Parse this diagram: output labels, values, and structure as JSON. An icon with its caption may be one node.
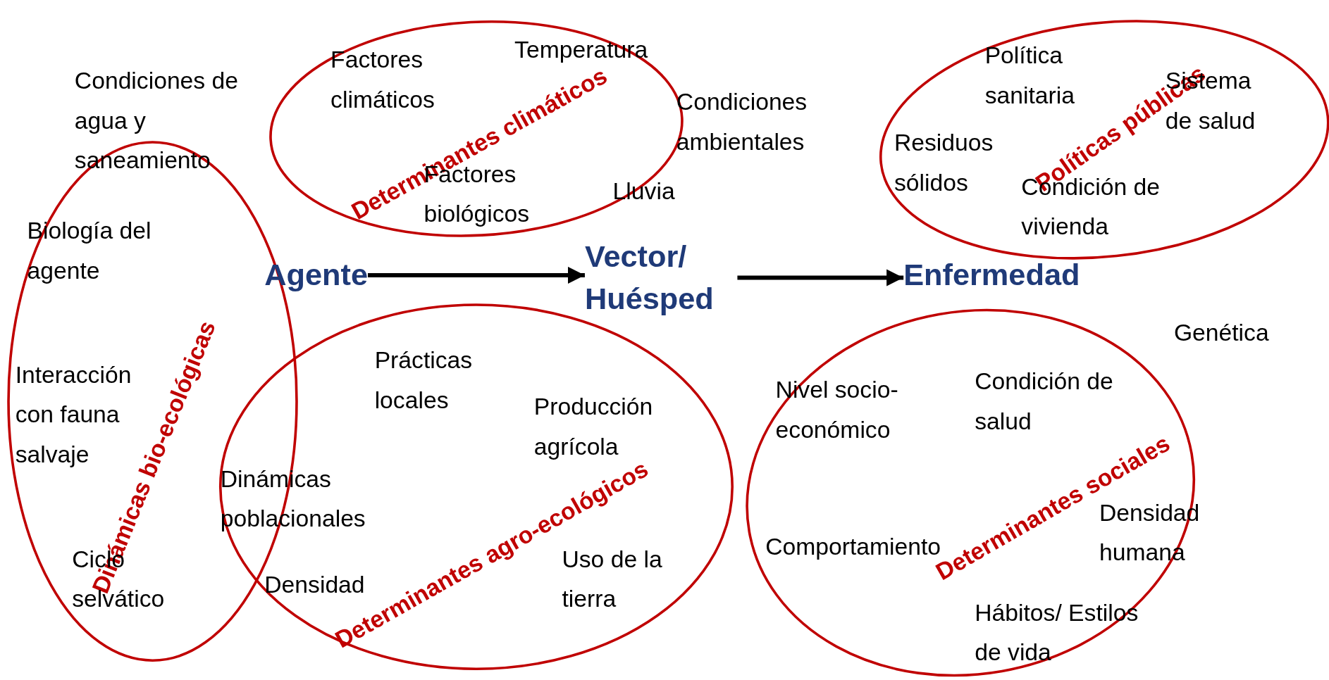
{
  "diagram": {
    "nodes": [
      {
        "text": [
          "Determinantes climáticos"
        ]
      },
      {
        "text": [
          "Factores climáticos"
        ],
        "in": 0
      },
      {
        "text": [
          "Temperatura"
        ],
        "in": 0
      },
      {
        "text": [
          "Factores biológicos"
        ],
        "in": 0
      },
      {
        "text": [
          "Lluvia"
        ],
        "in": 0
      },
      {
        "text": [
          "Políticas públicas"
        ]
      },
      {
        "text": [
          "Política sanitaria"
        ],
        "in": 5
      },
      {
        "text": [
          "Sistema de salud"
        ],
        "in": 5
      },
      {
        "text": [
          "Residuos sólidos"
        ],
        "in": 5
      },
      {
        "text": [
          "Condición de vivienda"
        ],
        "in": 5
      },
      {
        "text": [
          "Dinámicas bio-ecológicas"
        ]
      },
      {
        "text": [
          "Biología del agente"
        ],
        "in": 10
      },
      {
        "text": [
          "Interacción con fauna salvaje"
        ],
        "in": 10
      },
      {
        "text": [
          "Ciclo selvático"
        ],
        "in": 10
      },
      {
        "text": [
          "Agente"
        ]
      },
      {
        "text": [
          "Vector/ Huésped"
        ]
      },
      {
        "text": [
          "Enfermedad"
        ]
      },
      {
        "text": [
          "Determinantes agro-ecológicos"
        ]
      },
      {
        "text": [
          "Prácticas locales"
        ],
        "in": 17
      },
      {
        "text": [
          "Producción agrícola"
        ],
        "in": 17
      },
      {
        "text": [
          "Dinámicas poblacionales"
        ],
        "in": 17
      },
      {
        "text": [
          "Densidad"
        ],
        "in": 17
      },
      {
        "text": [
          "Uso de la tierra"
        ],
        "in": 17
      },
      {
        "text": [
          "Determinantes sociales"
        ]
      },
      {
        "text": [
          "Nivel socio-económico"
        ],
        "in": 23
      },
      {
        "text": [
          "Condición de salud"
        ],
        "in": 23
      },
      {
        "text": [
          "Comportamiento"
        ],
        "in": 23
      },
      {
        "text": [
          "Densidad humana"
        ],
        "in": 23
      },
      {
        "text": [
          "Hábitos/ Estilos de vida"
        ],
        "in": 23
      }
    ],
    "edges": [
      {
        "from": 14,
        "to": 15,
        "arrow": "to"
      },
      {
        "from": 15,
        "to": 16,
        "arrow": "to"
      }
    ],
    "labels": [
      "Condiciones de agua y saneamiento",
      "Condiciones ambientales",
      "Genética"
    ]
  }
}
